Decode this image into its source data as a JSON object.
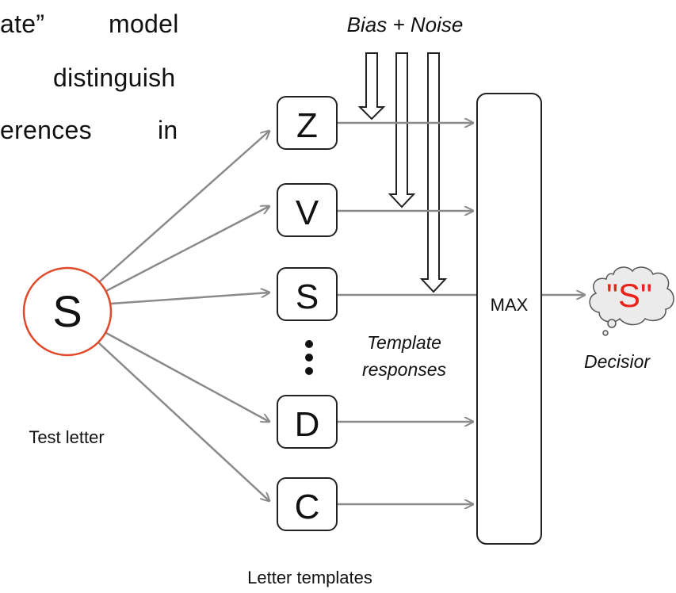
{
  "paragraph_fragment": {
    "line1_a": "ate”",
    "line1_b": "model",
    "line2": "distinguish",
    "line3_a": "erences",
    "line3_b": "in"
  },
  "bias_noise_label": "Bias + Noise",
  "test_letter": {
    "glyph": "S",
    "caption": "Test letter"
  },
  "templates": [
    {
      "letter": "Z"
    },
    {
      "letter": "V"
    },
    {
      "letter": "S"
    },
    {
      "letter": "D"
    },
    {
      "letter": "C"
    }
  ],
  "ellipsis_icon": "vertical-ellipsis",
  "templates_caption": "Letter templates",
  "responses_label": {
    "line1": "Template",
    "line2": "responses"
  },
  "max_label": "MAX",
  "decision": {
    "text": "\"S\"",
    "caption": "Decisior",
    "color": "#e8231a"
  },
  "colors": {
    "arrow": "#8a8a8a",
    "circle_stroke": "#e04a2a",
    "outline": "#222222"
  }
}
